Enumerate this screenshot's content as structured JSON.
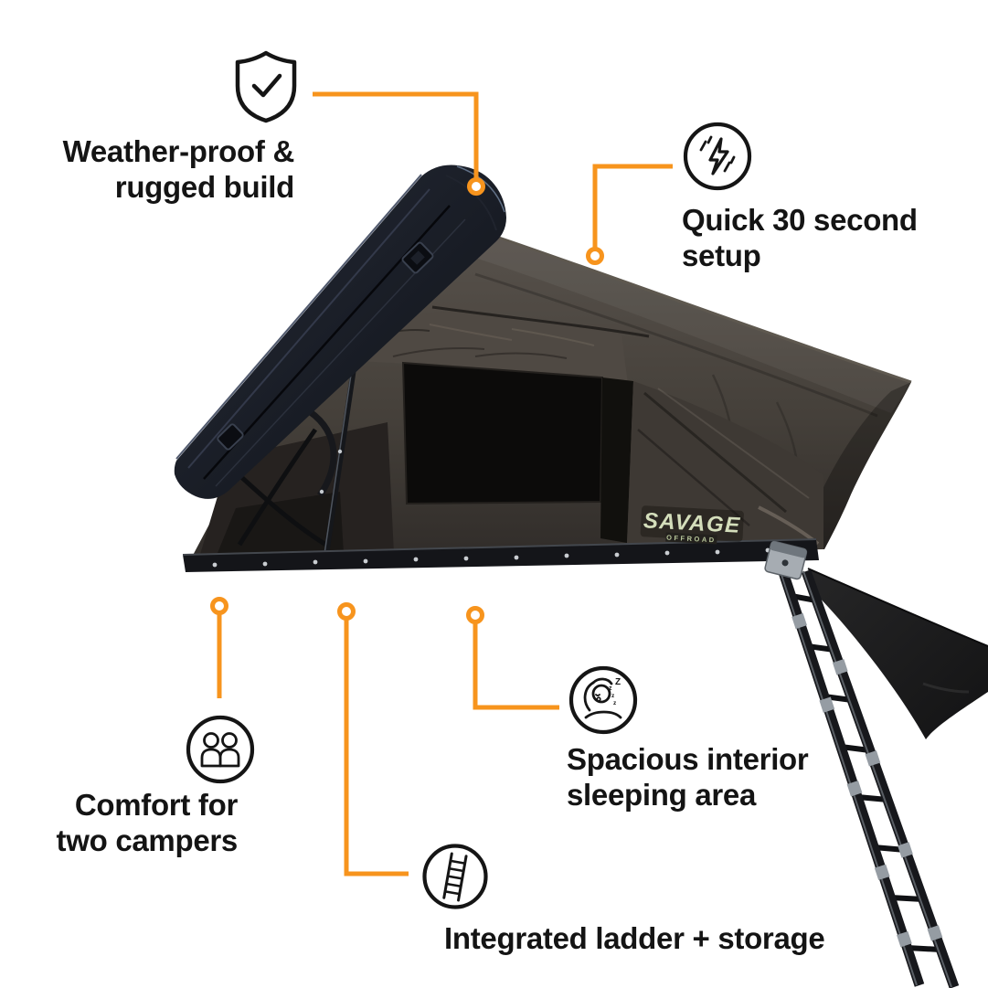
{
  "canvas": {
    "background": "#ffffff",
    "accent_color": "#f7941d",
    "text_color": "#141414",
    "fabric_color": "#4a453f",
    "shell_color": "#141820",
    "logo_color": "#d4debb"
  },
  "product": {
    "name": "hard-shell rooftop tent",
    "logo": "SAVAGE",
    "logo_sub": "OFFROAD"
  },
  "features": {
    "weatherproof": {
      "line1": "Weather-proof &",
      "line2": "rugged build",
      "icon": "shield-check-icon"
    },
    "quick_setup": {
      "line1": "Quick 30 second",
      "line2": "setup",
      "icon": "lightning-icon"
    },
    "spacious": {
      "line1": "Spacious interior",
      "line2": "sleeping area",
      "icon": "sleeping-person-icon"
    },
    "comfort": {
      "line1": "Comfort for",
      "line2": "two campers",
      "icon": "two-people-icon"
    },
    "ladder": {
      "line1": "Integrated ladder + storage",
      "icon": "ladder-icon"
    }
  },
  "icons": {
    "zzz": [
      "z",
      "Z",
      "z",
      "z"
    ]
  }
}
